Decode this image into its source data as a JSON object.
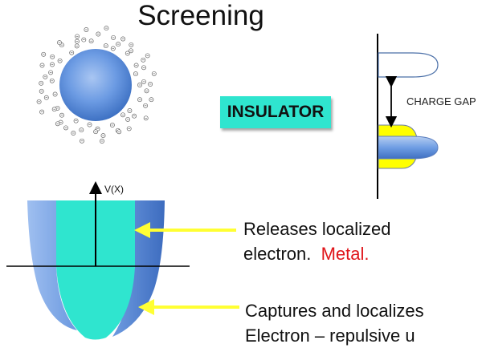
{
  "title": "Screening",
  "insulator_label": "INSULATOR",
  "charge_gap_label": "CHARGE GAP",
  "potential_axis_label": "V(X)",
  "captions": {
    "release_line1": "Releases localized",
    "release_line2_prefix": "electron.  ",
    "release_line2_highlight": "Metal.",
    "capture_line1": "Captures and localizes",
    "capture_line2": "Electron – repulsive u"
  },
  "colors": {
    "sphere_blue": "#5b8fdc",
    "insulator_badge": "#2fe5cf",
    "well_center": "#2fe5cf",
    "well_outer": "#7aa5e6",
    "band_yellow": "#ffff00",
    "arrow_yellow": "#ffff33",
    "metal_text": "#e0151a"
  }
}
